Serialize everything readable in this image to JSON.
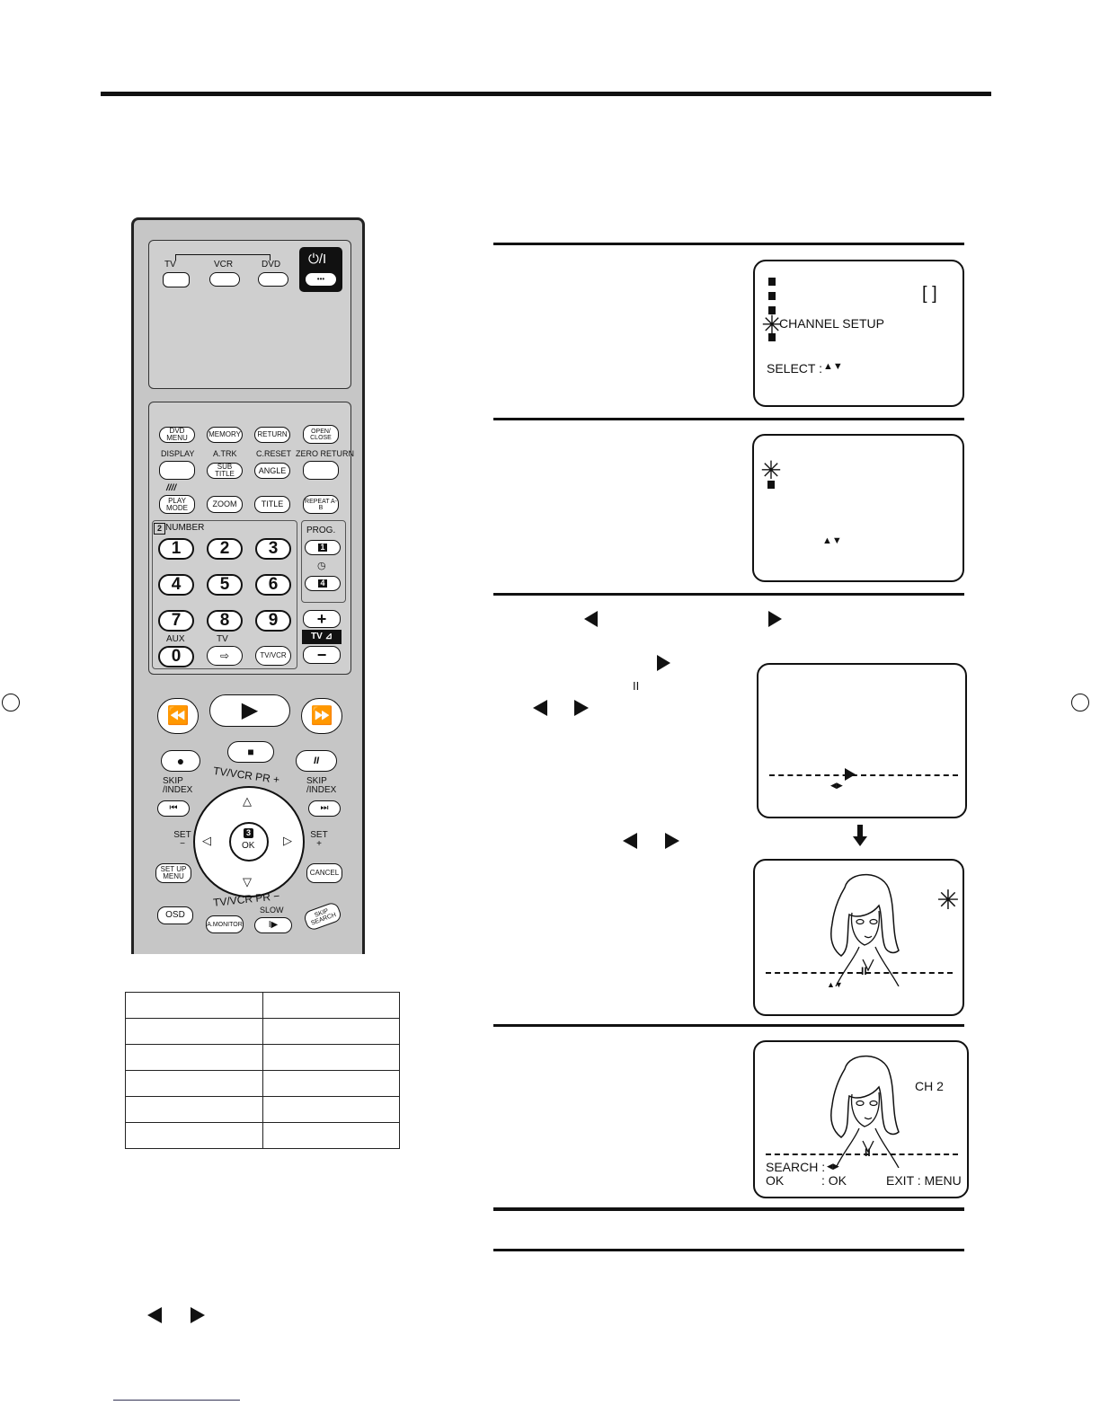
{
  "remote": {
    "mode_labels": {
      "tv": "TV",
      "vcr": "VCR",
      "dvd": "DVD"
    },
    "power_label": "⏻/I",
    "row1": [
      "DVD MENU",
      "MEMORY",
      "RETURN",
      "OPEN/ CLOSE"
    ],
    "row2_labels": [
      "DISPLAY",
      "A.TRK",
      "C.RESET",
      "ZERO RETURN"
    ],
    "row2_buttons": [
      "",
      "SUB TITLE",
      "ANGLE",
      ""
    ],
    "row3": [
      "PLAY MODE",
      "ZOOM",
      "TITLE",
      "REPEAT A-B"
    ],
    "number_label": "NUMBER",
    "number_step": "2",
    "digits": [
      "1",
      "2",
      "3",
      "4",
      "5",
      "6",
      "7",
      "8",
      "9",
      "0"
    ],
    "prog_label": "PROG.",
    "prog_keys": [
      "1",
      "4"
    ],
    "aux_label": "AUX",
    "tv_small_label": "TV",
    "tvvcr_label": "TV/VCR",
    "vol_plus": "+",
    "vol_minus": "−",
    "tv_vol_label": "TV ⊿",
    "skip_index_left": "SKIP /INDEX",
    "skip_index_right": "SKIP /INDEX",
    "tvvcr_pr_plus": "TV/VCR PR +",
    "tvvcr_pr_minus": "TV/VCR PR −",
    "set_minus": "SET −",
    "set_plus": "SET +",
    "ok_step": "3",
    "ok_label": "OK",
    "setup_menu": "SET UP MENU",
    "cancel": "CANCEL",
    "osd": "OSD",
    "amonitor": "A.MONITOR",
    "slow": "SLOW",
    "skip_search": "SKIP SEARCH"
  },
  "screen1": {
    "bracket": "[     ]",
    "item": "CHANNEL  SETUP",
    "select": "SELECT :"
  },
  "screen4": {
    "ch": "CH   2",
    "search": "SEARCH :",
    "ok": "OK",
    "ok_val": ": OK",
    "exit": "EXIT : MENU"
  },
  "glyphs": {
    "pause": "II"
  }
}
